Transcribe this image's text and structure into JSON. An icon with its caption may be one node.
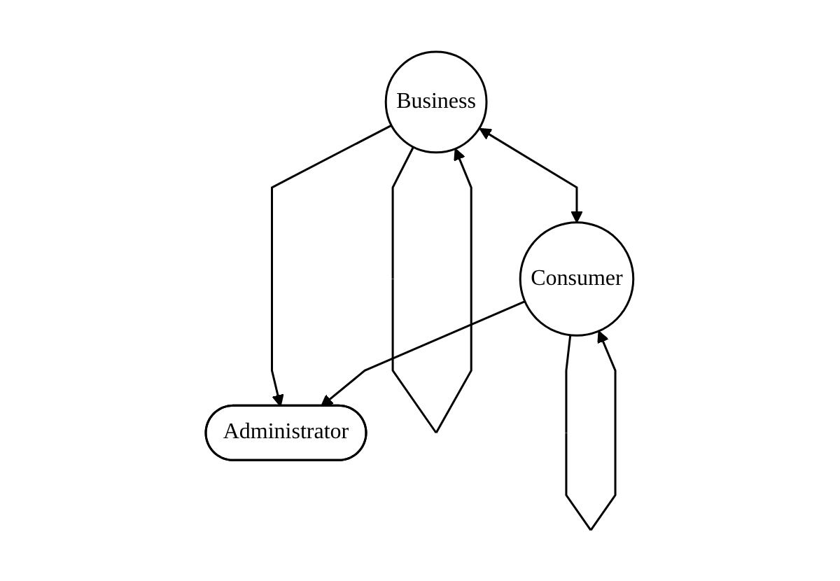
{
  "diagram": {
    "nodes": [
      {
        "text": [
          "Business"
        ]
      },
      {
        "text": [
          "Consumer"
        ]
      },
      {
        "text": [
          "Administrator"
        ]
      }
    ],
    "edges": [
      {
        "from": 0,
        "to": 0,
        "arrow": "to"
      },
      {
        "from": 1,
        "to": 1,
        "arrow": "to"
      },
      {
        "from": 0,
        "to": 1,
        "arrow": "both"
      },
      {
        "from": 0,
        "to": 2,
        "arrow": "to"
      },
      {
        "from": 1,
        "to": 2,
        "arrow": "to"
      }
    ]
  }
}
